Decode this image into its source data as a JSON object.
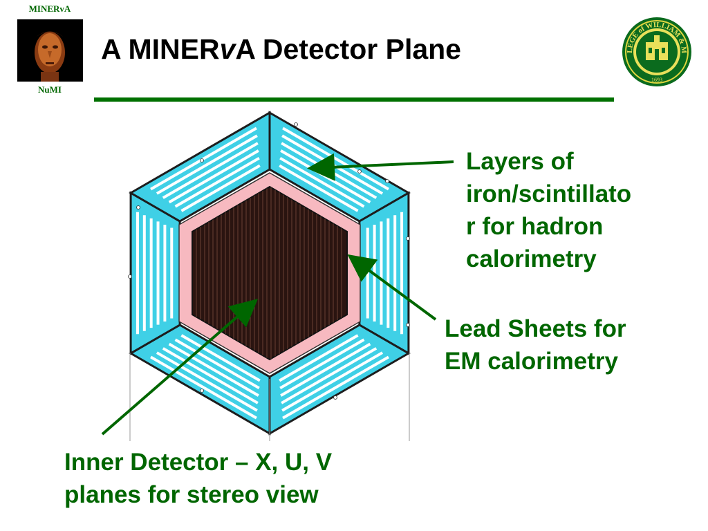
{
  "header": {
    "top_label": "MINERvA",
    "bottom_label": "NuMI",
    "title_part1": "A MINER",
    "title_nu": "v",
    "title_part2": "A Detector Plane"
  },
  "callouts": {
    "hadron_calorimetry": "Layers of\niron/scintillato\nr for hadron\ncalorimetry",
    "em_calorimetry": "Lead Sheets for\nEM calorimetry",
    "inner_detector": "Inner Detector – X, U, V\nplanes for stereo view"
  },
  "colors": {
    "accent_green": "#006600",
    "outer_detector": "#3fd0e6",
    "lead_ring": "#f7b9c0",
    "inner_core": "#2a1410"
  },
  "seal": {
    "text": "COLLEGE of WILLIAM & MARY",
    "year": "1693"
  }
}
